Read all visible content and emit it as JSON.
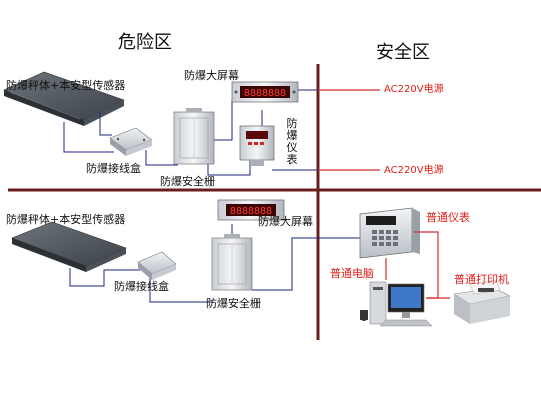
{
  "zones": {
    "hazard": "危险区",
    "safe": "安全区"
  },
  "top": {
    "scale_label": "防爆秤体+本安型传感器",
    "display_label": "防爆大屏幕",
    "junction_label": "防爆接线盒",
    "barrier_label": "防爆安全栅",
    "instrument_label": "防爆仪表",
    "power_1": "AC220V电源",
    "power_2": "AC220V电源",
    "display_readout": "8888888"
  },
  "bottom": {
    "scale_label": "防爆秤体+本安型传感器",
    "display_label": "防爆大屏幕",
    "junction_label": "防爆接线盒",
    "barrier_label": "防爆安全栅",
    "instrument_label": "普通仪表",
    "computer_label": "普通电脑",
    "printer_label": "普通打印机",
    "display_readout": "8888888"
  },
  "colors": {
    "divider": "#6b1d1d",
    "wire": "#1a237e",
    "power_line": "#d32f2f",
    "accent_red": "#e0201a"
  }
}
